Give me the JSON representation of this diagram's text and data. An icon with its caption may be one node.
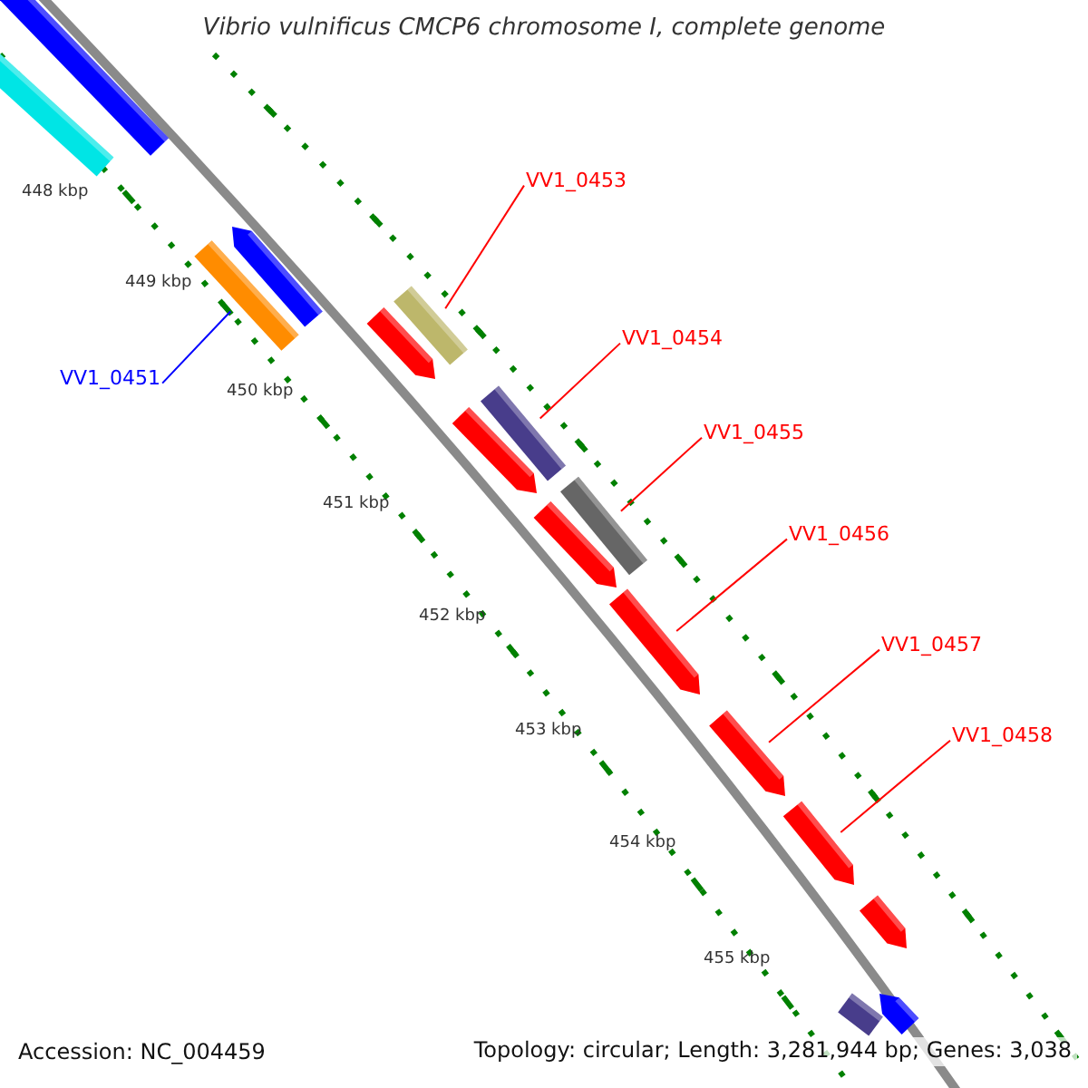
{
  "diagram": {
    "title": "Vibrio vulnificus CMCP6 chromosome I, complete genome",
    "nodes": [
      {
        "text": [
          "VV1_0451"
        ]
      },
      {
        "text": [
          "VV1_0453"
        ]
      },
      {
        "text": [
          "VV1_0454"
        ]
      },
      {
        "text": [
          "VV1_0455"
        ]
      },
      {
        "text": [
          "VV1_0456"
        ]
      },
      {
        "text": [
          "VV1_0457"
        ]
      },
      {
        "text": [
          "VV1_0458"
        ]
      },
      {
        "text": [],
        "shape": "bar"
      },
      {
        "text": [],
        "shape": "bar"
      },
      {
        "text": [],
        "shape": "bar"
      },
      {
        "text": [],
        "shape": "bar"
      },
      {
        "text": [],
        "shape": "bar"
      },
      {
        "text": [],
        "shape": "bar"
      },
      {
        "text": [],
        "shape": "bar"
      },
      {
        "text": [],
        "shape": "bar"
      },
      {
        "text": [],
        "shape": "bar"
      },
      {
        "text": [],
        "shape": "bar"
      },
      {
        "text": [],
        "shape": "bar"
      },
      {
        "text": [],
        "shape": "bar"
      },
      {
        "text": [],
        "shape": "bar"
      },
      {
        "text": [],
        "shape": "bar"
      },
      {
        "text": [],
        "shape": "bar"
      },
      {
        "text": [],
        "shape": "bar"
      }
    ],
    "edges": [
      {
        "from": 0,
        "to": 10,
        "arrow": "none",
        "color": "#0000ff"
      },
      {
        "from": 1,
        "to": 12,
        "arrow": "none"
      },
      {
        "from": 2,
        "to": 13,
        "arrow": "none"
      },
      {
        "from": 3,
        "to": 15,
        "arrow": "none"
      },
      {
        "from": 4,
        "to": 17,
        "arrow": "none"
      },
      {
        "from": 5,
        "to": 18,
        "arrow": "none"
      },
      {
        "from": 6,
        "to": 19,
        "arrow": "none"
      }
    ],
    "labels": [
      "448 kbp",
      "449 kbp",
      "450 kbp",
      "451 kbp",
      "452 kbp",
      "453 kbp",
      "454 kbp",
      "455 kbp",
      "Accession: NC_004459",
      "Topology: circular; Length: 3,281,944 bp; Genes: 3,038"
    ]
  }
}
